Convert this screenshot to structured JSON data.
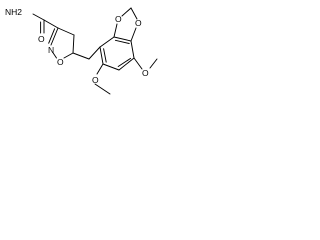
{
  "molecule": {
    "atoms": {
      "amide_nh2": "NH2",
      "amide_o": "O",
      "ring_n": "N",
      "ring_o": "O",
      "dioxole_o_upper": "O",
      "dioxole_o_lower": "O",
      "methoxy_o_right": "O",
      "methoxy_o_left": "O"
    }
  },
  "colors": {
    "bond": "#000000",
    "label": "#000000",
    "background": "#ffffff"
  }
}
